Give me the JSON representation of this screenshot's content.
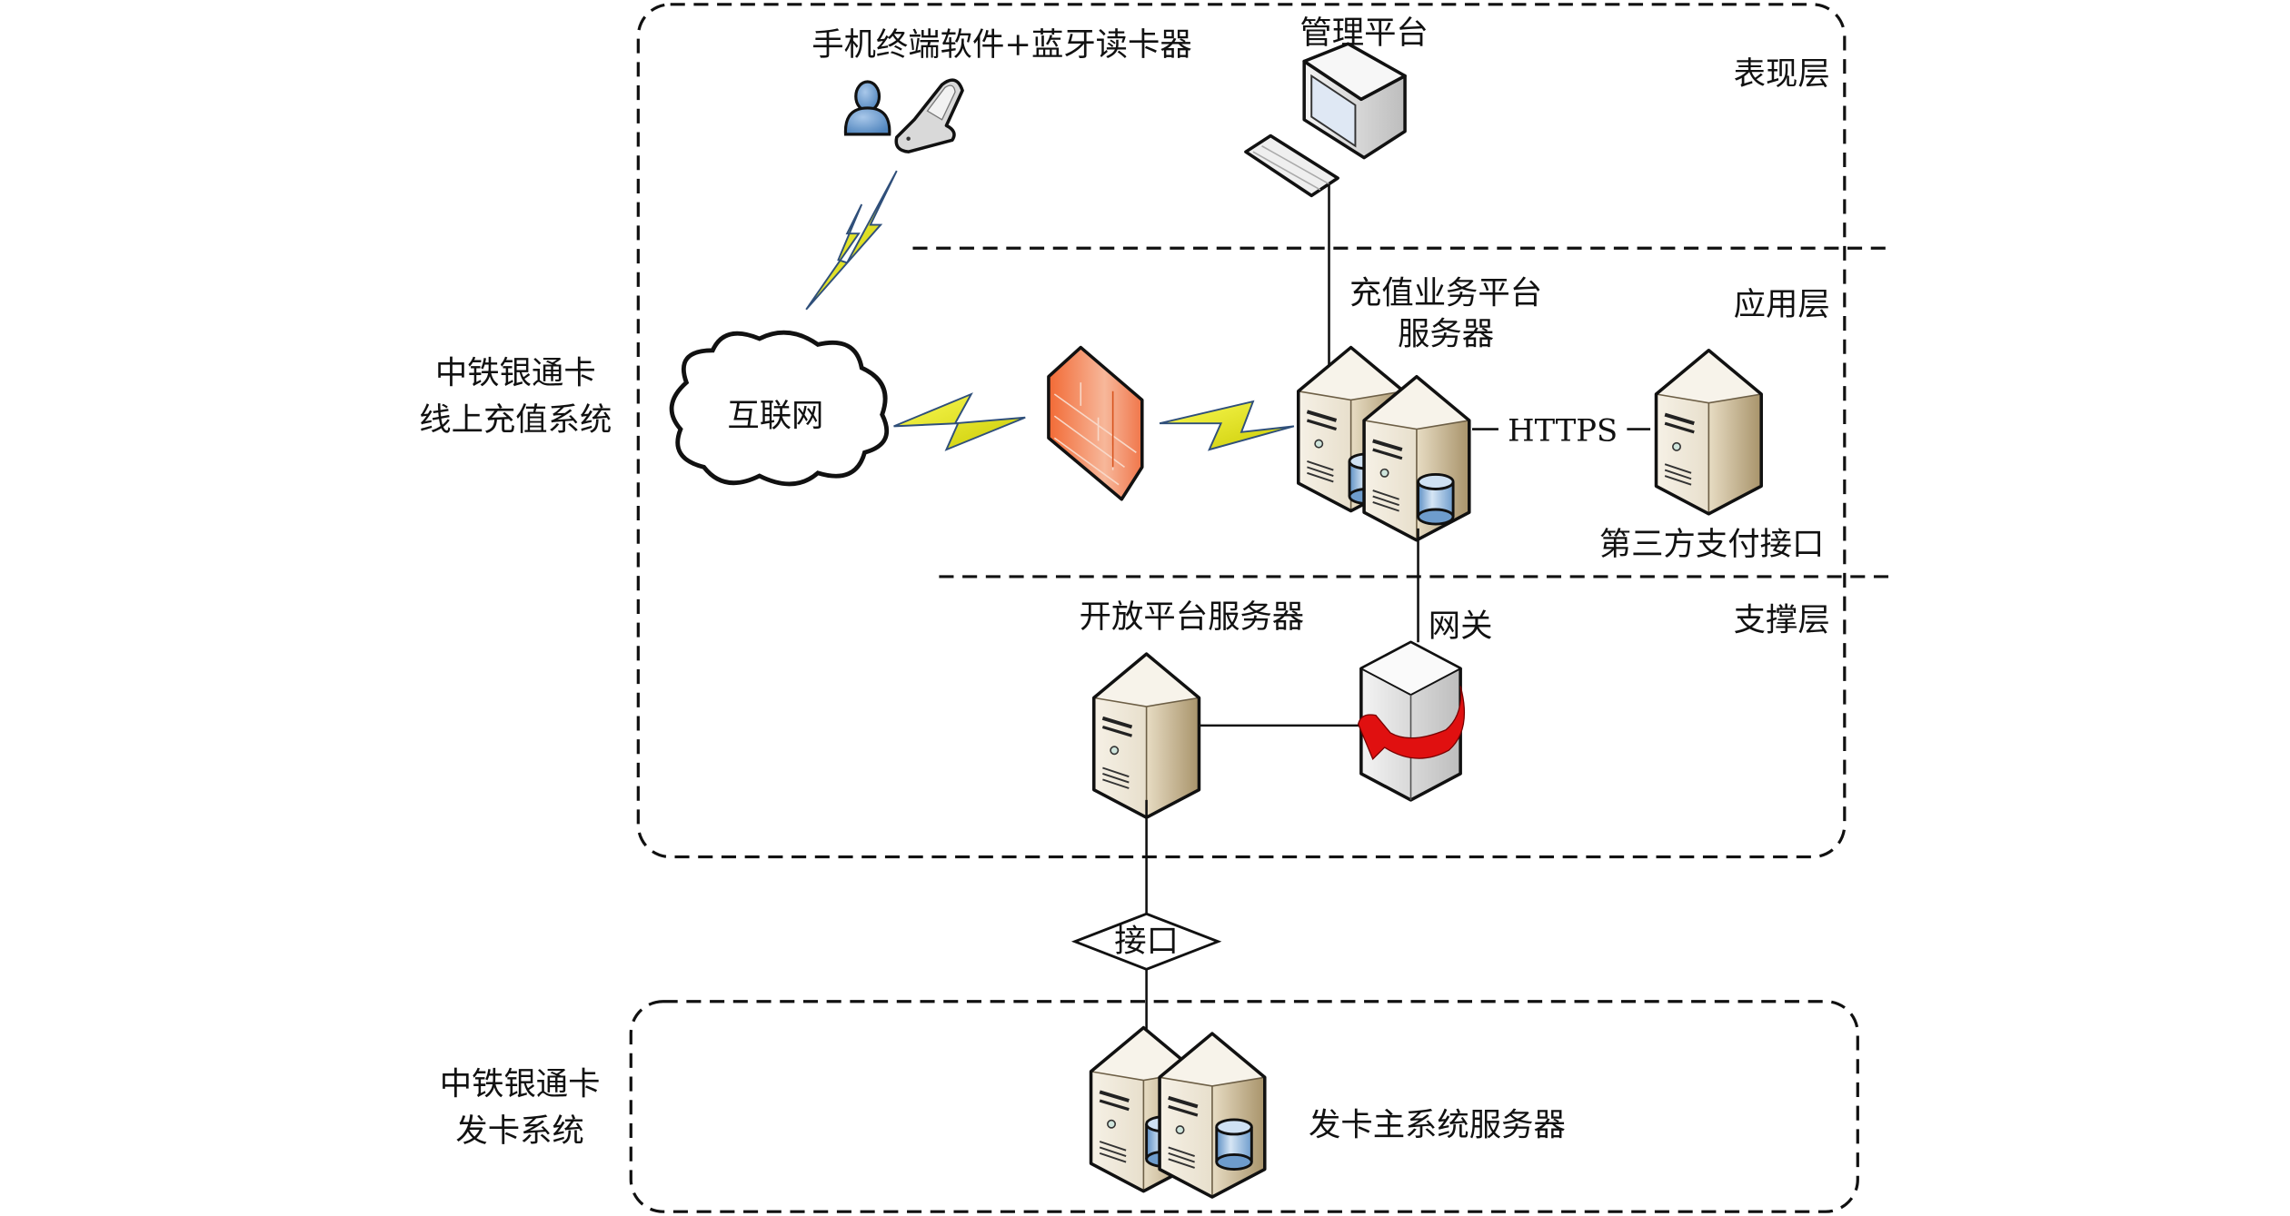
{
  "diagram": {
    "systems": {
      "online_recharge": {
        "label_line1": "中铁银通卡",
        "label_line2": "线上充值系统"
      },
      "card_issuing": {
        "label_line1": "中铁银通卡",
        "label_line2": "发卡系统"
      }
    },
    "layers": {
      "presentation": "表现层",
      "application": "应用层",
      "support": "支撑层"
    },
    "nodes": {
      "mobile_client": "手机终端软件+蓝牙读卡器",
      "management_platform": "管理平台",
      "internet": "互联网",
      "recharge_server_line1": "充值业务平台",
      "recharge_server_line2": "服务器",
      "https_link": "HTTPS",
      "third_party_payment": "第三方支付接口",
      "open_platform_server": "开放平台服务器",
      "gateway": "网关",
      "interface": "接口",
      "card_issuing_server": "发卡主系统服务器"
    },
    "colors": {
      "server_body": "#e8dfcc",
      "server_side": "#b9a57e",
      "database": "#8fb7dc",
      "firewall": "#f07a4c",
      "lightning": "#f2f21a",
      "user_icon": "#6f9fd0",
      "gateway_arrow": "#e01010"
    }
  }
}
